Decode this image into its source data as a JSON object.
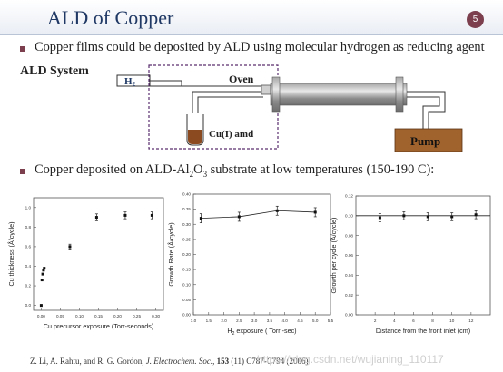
{
  "slide": {
    "title": "ALD of Copper",
    "page_number": "5",
    "bullet1": "Copper films could be deposited by ALD using molecular hydrogen as reducing agent",
    "bullet2_parts": {
      "a": "Copper deposited on ALD-Al",
      "sub1": "2",
      "b": "O",
      "sub2": "3",
      "c": " substrate at low temperatures (150-190 C):"
    },
    "citation_parts": {
      "authors": "Z. Li, A. Rahtu, and R. G. Gordon, ",
      "journal": "J. Electrochem. Soc.",
      "sep": ", ",
      "volume": "153",
      "rest": " (11) C787-C794 (2006)"
    },
    "watermark": "https://blog.csdn.net/wujianing_110117"
  },
  "diagram": {
    "system_label": "ALD System",
    "h2_label": "H",
    "h2_sub": "2",
    "oven_label": "Oven",
    "precursor_label": "Cu(I) amd",
    "pump_label": "Pump",
    "colors": {
      "line": "#333333",
      "dash": "#5a2e6e",
      "pump_fill": "#a0632e",
      "h2_text": "#1f3864",
      "precursor_liquid": "#8b4a1f"
    }
  },
  "chart_data": [
    {
      "type": "scatter",
      "xlabel": "Cu precursor exposure (Torr-seconds)",
      "ylabel": "Cu thickness (Å/cycle)",
      "xlim": [
        -0.02,
        0.32
      ],
      "ylim": [
        -0.05,
        1.1
      ],
      "xticks": [
        "0.00",
        "0.05",
        "0.10",
        "0.15",
        "0.20",
        "0.25",
        "0.30"
      ],
      "xtick_values": [
        0,
        0.05,
        0.1,
        0.15,
        0.2,
        0.25,
        0.3
      ],
      "yticks": [
        "0.0",
        "0.2",
        "0.4",
        "0.6",
        "0.8",
        "1.0"
      ],
      "ytick_values": [
        0,
        0.2,
        0.4,
        0.6,
        0.8,
        1.0
      ],
      "points": [
        {
          "x": 0.0,
          "y": 0.0,
          "err": 0
        },
        {
          "x": 0.002,
          "y": 0.26,
          "err": 0
        },
        {
          "x": 0.004,
          "y": 0.32,
          "err": 0
        },
        {
          "x": 0.006,
          "y": 0.36,
          "err": 0
        },
        {
          "x": 0.008,
          "y": 0.38,
          "err": 0
        },
        {
          "x": 0.075,
          "y": 0.6,
          "err": 0.025
        },
        {
          "x": 0.145,
          "y": 0.9,
          "err": 0.035
        },
        {
          "x": 0.22,
          "y": 0.92,
          "err": 0.035
        },
        {
          "x": 0.29,
          "y": 0.92,
          "err": 0.035
        }
      ]
    },
    {
      "type": "line",
      "xlabel_parts": {
        "a": "H",
        "sub": "2",
        "b": " exposure ( Torr -sec)"
      },
      "ylabel": "Growth Rate (Å/cycle)",
      "xlim": [
        1.0,
        5.5
      ],
      "ylim": [
        0.0,
        0.4
      ],
      "xticks": [
        "1.0",
        "1.5",
        "2.0",
        "2.5",
        "3.0",
        "3.5",
        "4.0",
        "4.5",
        "5.0",
        "5.5"
      ],
      "xtick_values": [
        1.0,
        1.5,
        2.0,
        2.5,
        3.0,
        3.5,
        4.0,
        4.5,
        5.0,
        5.5
      ],
      "yticks": [
        "0.00",
        "0.05",
        "0.10",
        "0.15",
        "0.20",
        "0.25",
        "0.30",
        "0.35",
        "0.40"
      ],
      "ytick_values": [
        0,
        0.05,
        0.1,
        0.15,
        0.2,
        0.25,
        0.3,
        0.35,
        0.4
      ],
      "points": [
        {
          "x": 1.25,
          "y": 0.32,
          "err": 0.015
        },
        {
          "x": 2.5,
          "y": 0.325,
          "err": 0.015
        },
        {
          "x": 3.75,
          "y": 0.345,
          "err": 0.015
        },
        {
          "x": 5.0,
          "y": 0.34,
          "err": 0.015
        }
      ]
    },
    {
      "type": "line",
      "xlabel": "Distance from the front inlet (cm)",
      "ylabel": "Growth per cycle (Å/cycle)",
      "xlim": [
        0,
        14
      ],
      "ylim": [
        0.0,
        0.12
      ],
      "xticks": [
        "2",
        "4",
        "6",
        "8",
        "10",
        "12"
      ],
      "xtick_values": [
        2,
        4,
        6,
        8,
        10,
        12
      ],
      "yticks": [
        "0.00",
        "0.02",
        "0.04",
        "0.06",
        "0.08",
        "0.10",
        "0.12"
      ],
      "ytick_values": [
        0,
        0.02,
        0.04,
        0.06,
        0.08,
        0.1,
        0.12
      ],
      "points": [
        {
          "x": 2.5,
          "y": 0.098,
          "err": 0.004
        },
        {
          "x": 5.0,
          "y": 0.1,
          "err": 0.004
        },
        {
          "x": 7.5,
          "y": 0.099,
          "err": 0.004
        },
        {
          "x": 10.0,
          "y": 0.099,
          "err": 0.004
        },
        {
          "x": 12.5,
          "y": 0.101,
          "err": 0.004
        }
      ],
      "reference_line": 0.1
    }
  ]
}
